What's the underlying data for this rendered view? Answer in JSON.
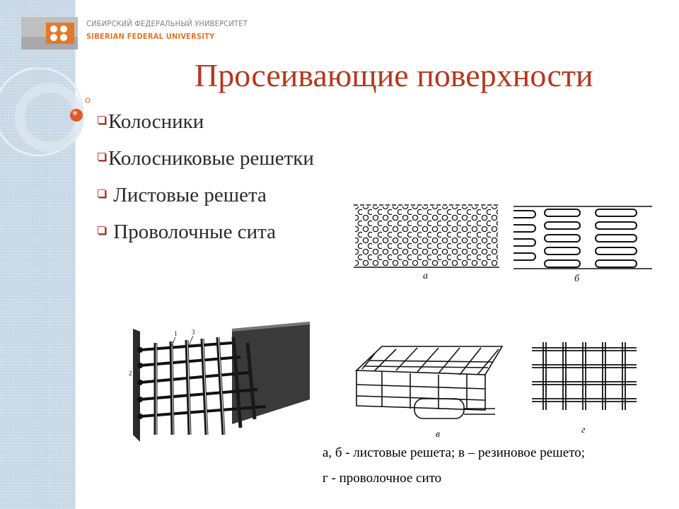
{
  "header": {
    "university_ru": "СИБИРСКИЙ ФЕДЕРАЛЬНЫЙ УНИВЕРСИТЕТ",
    "university_en": "SIBERIAN FEDERAL UNIVERSITY"
  },
  "slide": {
    "title": "Просеивающие поверхности",
    "bullets": [
      {
        "text": "Колосники"
      },
      {
        "text": "Колосниковые решетки"
      },
      {
        "text": " Листовые решета"
      },
      {
        "text": " Проволочные сита"
      }
    ]
  },
  "figures": {
    "label_a": "а",
    "label_b": "б",
    "label_v": "в",
    "label_g": "г",
    "grate_numbers": [
      "1",
      "3",
      "2"
    ]
  },
  "caption": {
    "line1": "а, б - листовые решета; в – резиновое решето;",
    "line2": "г - проволочное сито"
  },
  "colors": {
    "title": "#b3381f",
    "accent_orange": "#e0762a",
    "bullet": "#c0504d",
    "side_panel": "#c4d6e4"
  }
}
